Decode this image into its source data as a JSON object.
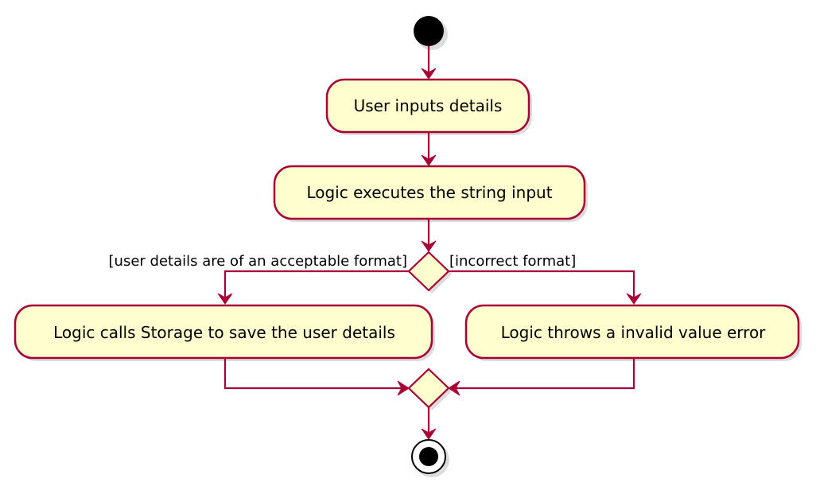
{
  "colors": {
    "node_fill": "#FEFECE",
    "node_border": "#A80036",
    "edge": "#A80036",
    "start_end": "#000000",
    "text": "#000000"
  },
  "nodes": {
    "start": {
      "kind": "initial-node"
    },
    "user_inputs": {
      "label": "User inputs details"
    },
    "logic_executes": {
      "label": "Logic executes the string input"
    },
    "decision": {
      "kind": "decision-node"
    },
    "logic_calls_storage": {
      "label": "Logic calls Storage to save the user details"
    },
    "logic_throws_error": {
      "label": "Logic throws a invalid value error"
    },
    "merge": {
      "kind": "merge-node"
    },
    "end": {
      "kind": "final-node"
    }
  },
  "guards": {
    "acceptable": "[user details are of an acceptable format]",
    "incorrect": "[incorrect format]"
  }
}
